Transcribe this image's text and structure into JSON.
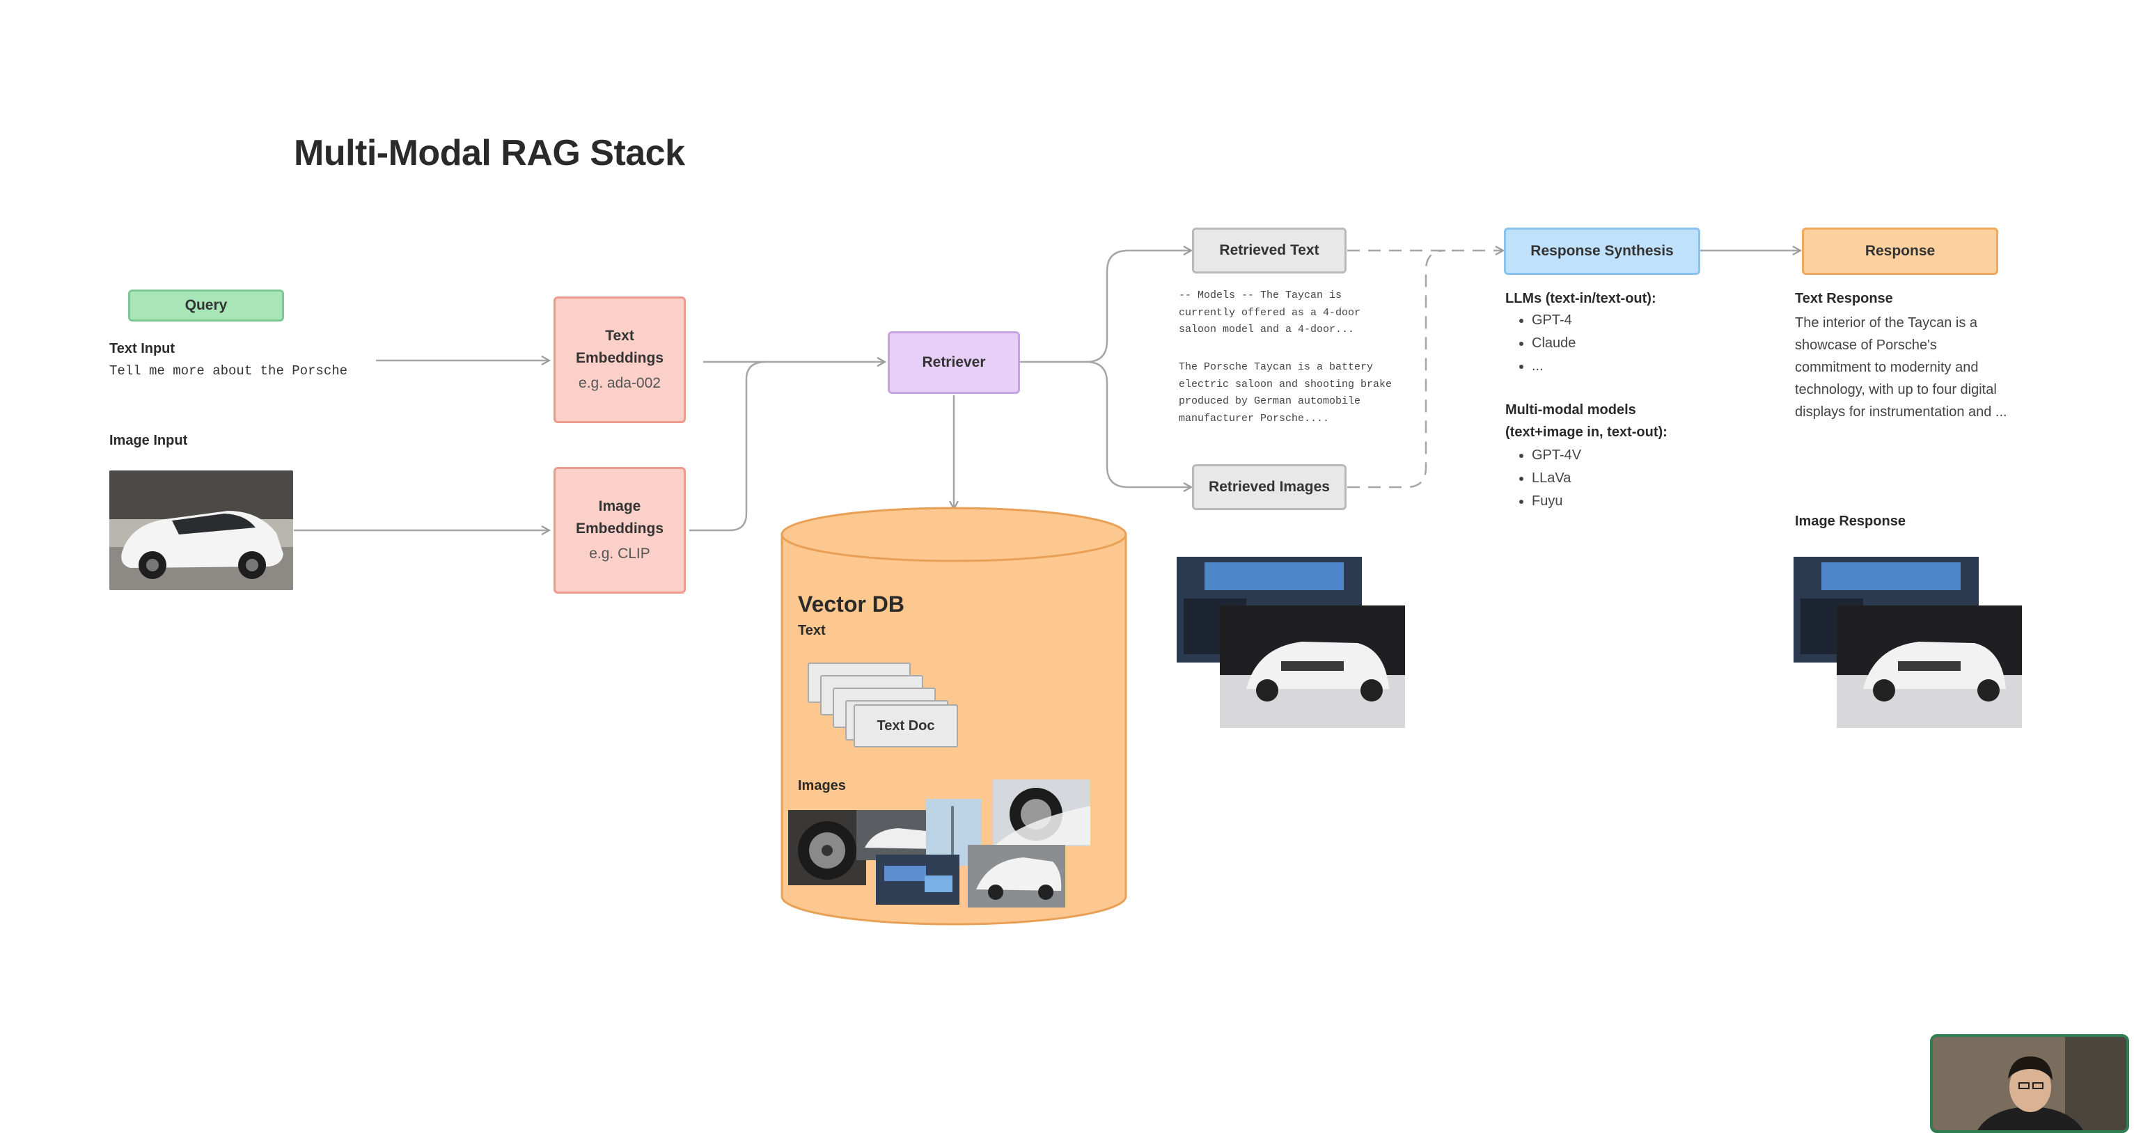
{
  "title": "Multi-Modal RAG Stack",
  "query": {
    "box_label": "Query",
    "text_input_label": "Text Input",
    "text_input_value": "Tell me more about the Porsche",
    "image_input_label": "Image Input"
  },
  "text_embeddings": {
    "line1": "Text",
    "line2": "Embeddings",
    "example": "e.g. ada-002"
  },
  "image_embeddings": {
    "line1": "Image",
    "line2": "Embeddings",
    "example": "e.g. CLIP"
  },
  "retriever": {
    "label": "Retriever"
  },
  "vector_db": {
    "title": "Vector DB",
    "text_label": "Text",
    "doc_label": "Text Doc",
    "images_label": "Images"
  },
  "retrieved_text": {
    "label": "Retrieved Text",
    "snippet1": "-- Models -- The Taycan is currently offered as a 4-door saloon model and a 4-door...",
    "snippet2": "The Porsche Taycan is a battery electric saloon and shooting brake produced by German automobile manufacturer Porsche...."
  },
  "retrieved_images": {
    "label": "Retrieved Images"
  },
  "response_synthesis": {
    "label": "Response Synthesis",
    "llms_heading": "LLMs (text-in/text-out):",
    "llms": [
      "GPT-4",
      "Claude",
      "..."
    ],
    "mm_heading_line1": "Multi-modal models",
    "mm_heading_line2": "(text+image in, text-out):",
    "mm_models": [
      "GPT-4V",
      "LLaVa",
      "Fuyu"
    ]
  },
  "response": {
    "label": "Response",
    "text_heading": "Text Response",
    "text_body": "The interior of the Taycan is a showcase of Porsche's commitment to modernity and technology, with up to four digital displays for instrumentation and ...",
    "image_heading": "Image Response"
  },
  "colors": {
    "query": "#a8e6b8",
    "embeddings": "#fbd0c9",
    "retriever": "#e7cff7",
    "retrieved": "#e8e8e8",
    "synthesis": "#bfe1fb",
    "response": "#fdd19f",
    "vector_db": "#fdc88f"
  }
}
